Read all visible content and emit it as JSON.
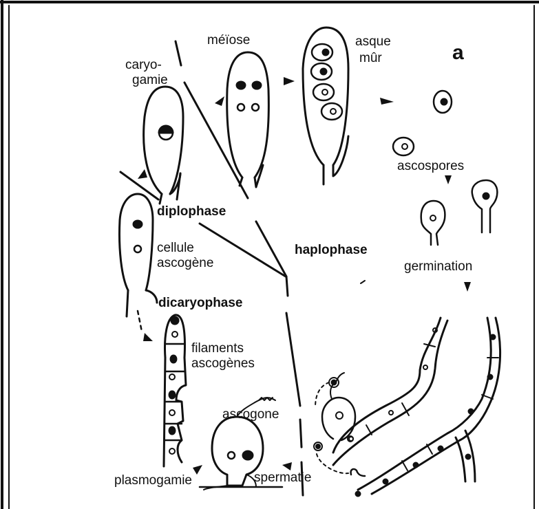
{
  "diagram": {
    "corner_letter": "a",
    "labels": {
      "meiose": "méïose",
      "asque_mur_1": "asque",
      "asque_mur_2": "mûr",
      "caryogamie_1": "caryo-",
      "caryogamie_2": "gamie",
      "ascospores": "ascospores",
      "diplophase": "diplophase",
      "haplophase": "haplophase",
      "germination": "germination",
      "cellule_1": "cellule",
      "cellule_2": "ascogène",
      "dicaryophase": "dicaryophase",
      "filaments_1": "filaments",
      "filaments_2": "ascogènes",
      "ascogone": "ascogone",
      "plasmogamie": "plasmogamie",
      "spermatie": "spermatie"
    }
  },
  "colors": {
    "ink": "#111111",
    "background": "#ffffff"
  }
}
